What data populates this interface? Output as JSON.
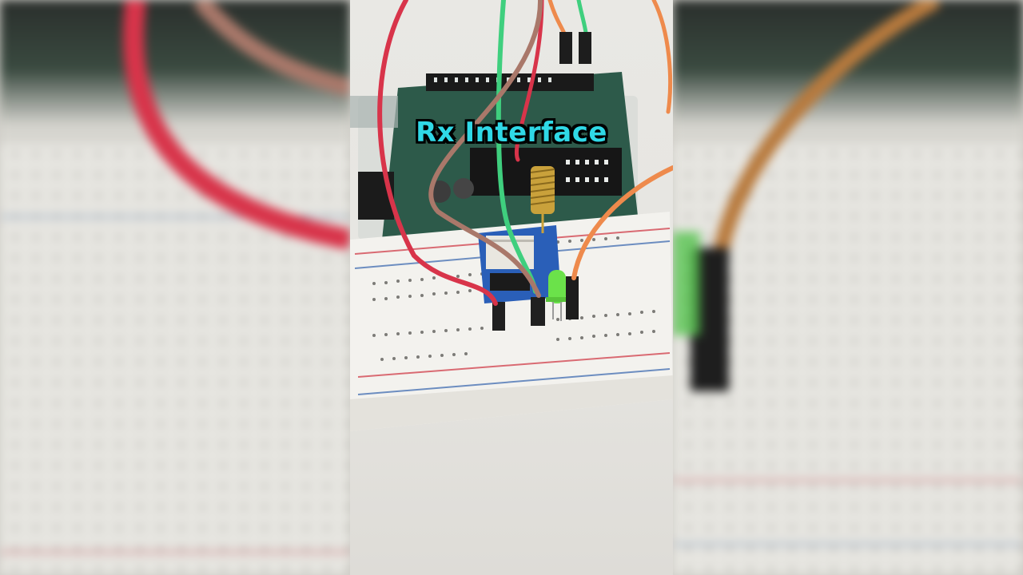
{
  "overlay": {
    "caption": "Rx Interface"
  },
  "scene": {
    "objects": [
      "microcontroller-board",
      "breadboard",
      "rf-transceiver-module",
      "spring-antenna",
      "green-led",
      "jumper-wires"
    ],
    "wire_colors": {
      "red": "#d8344a",
      "green": "#3fcf7e",
      "brown": "#a9786a",
      "orange": "#ee8a4c"
    },
    "led_color": "#6be24a",
    "caption_color": "#2fd8e6"
  }
}
